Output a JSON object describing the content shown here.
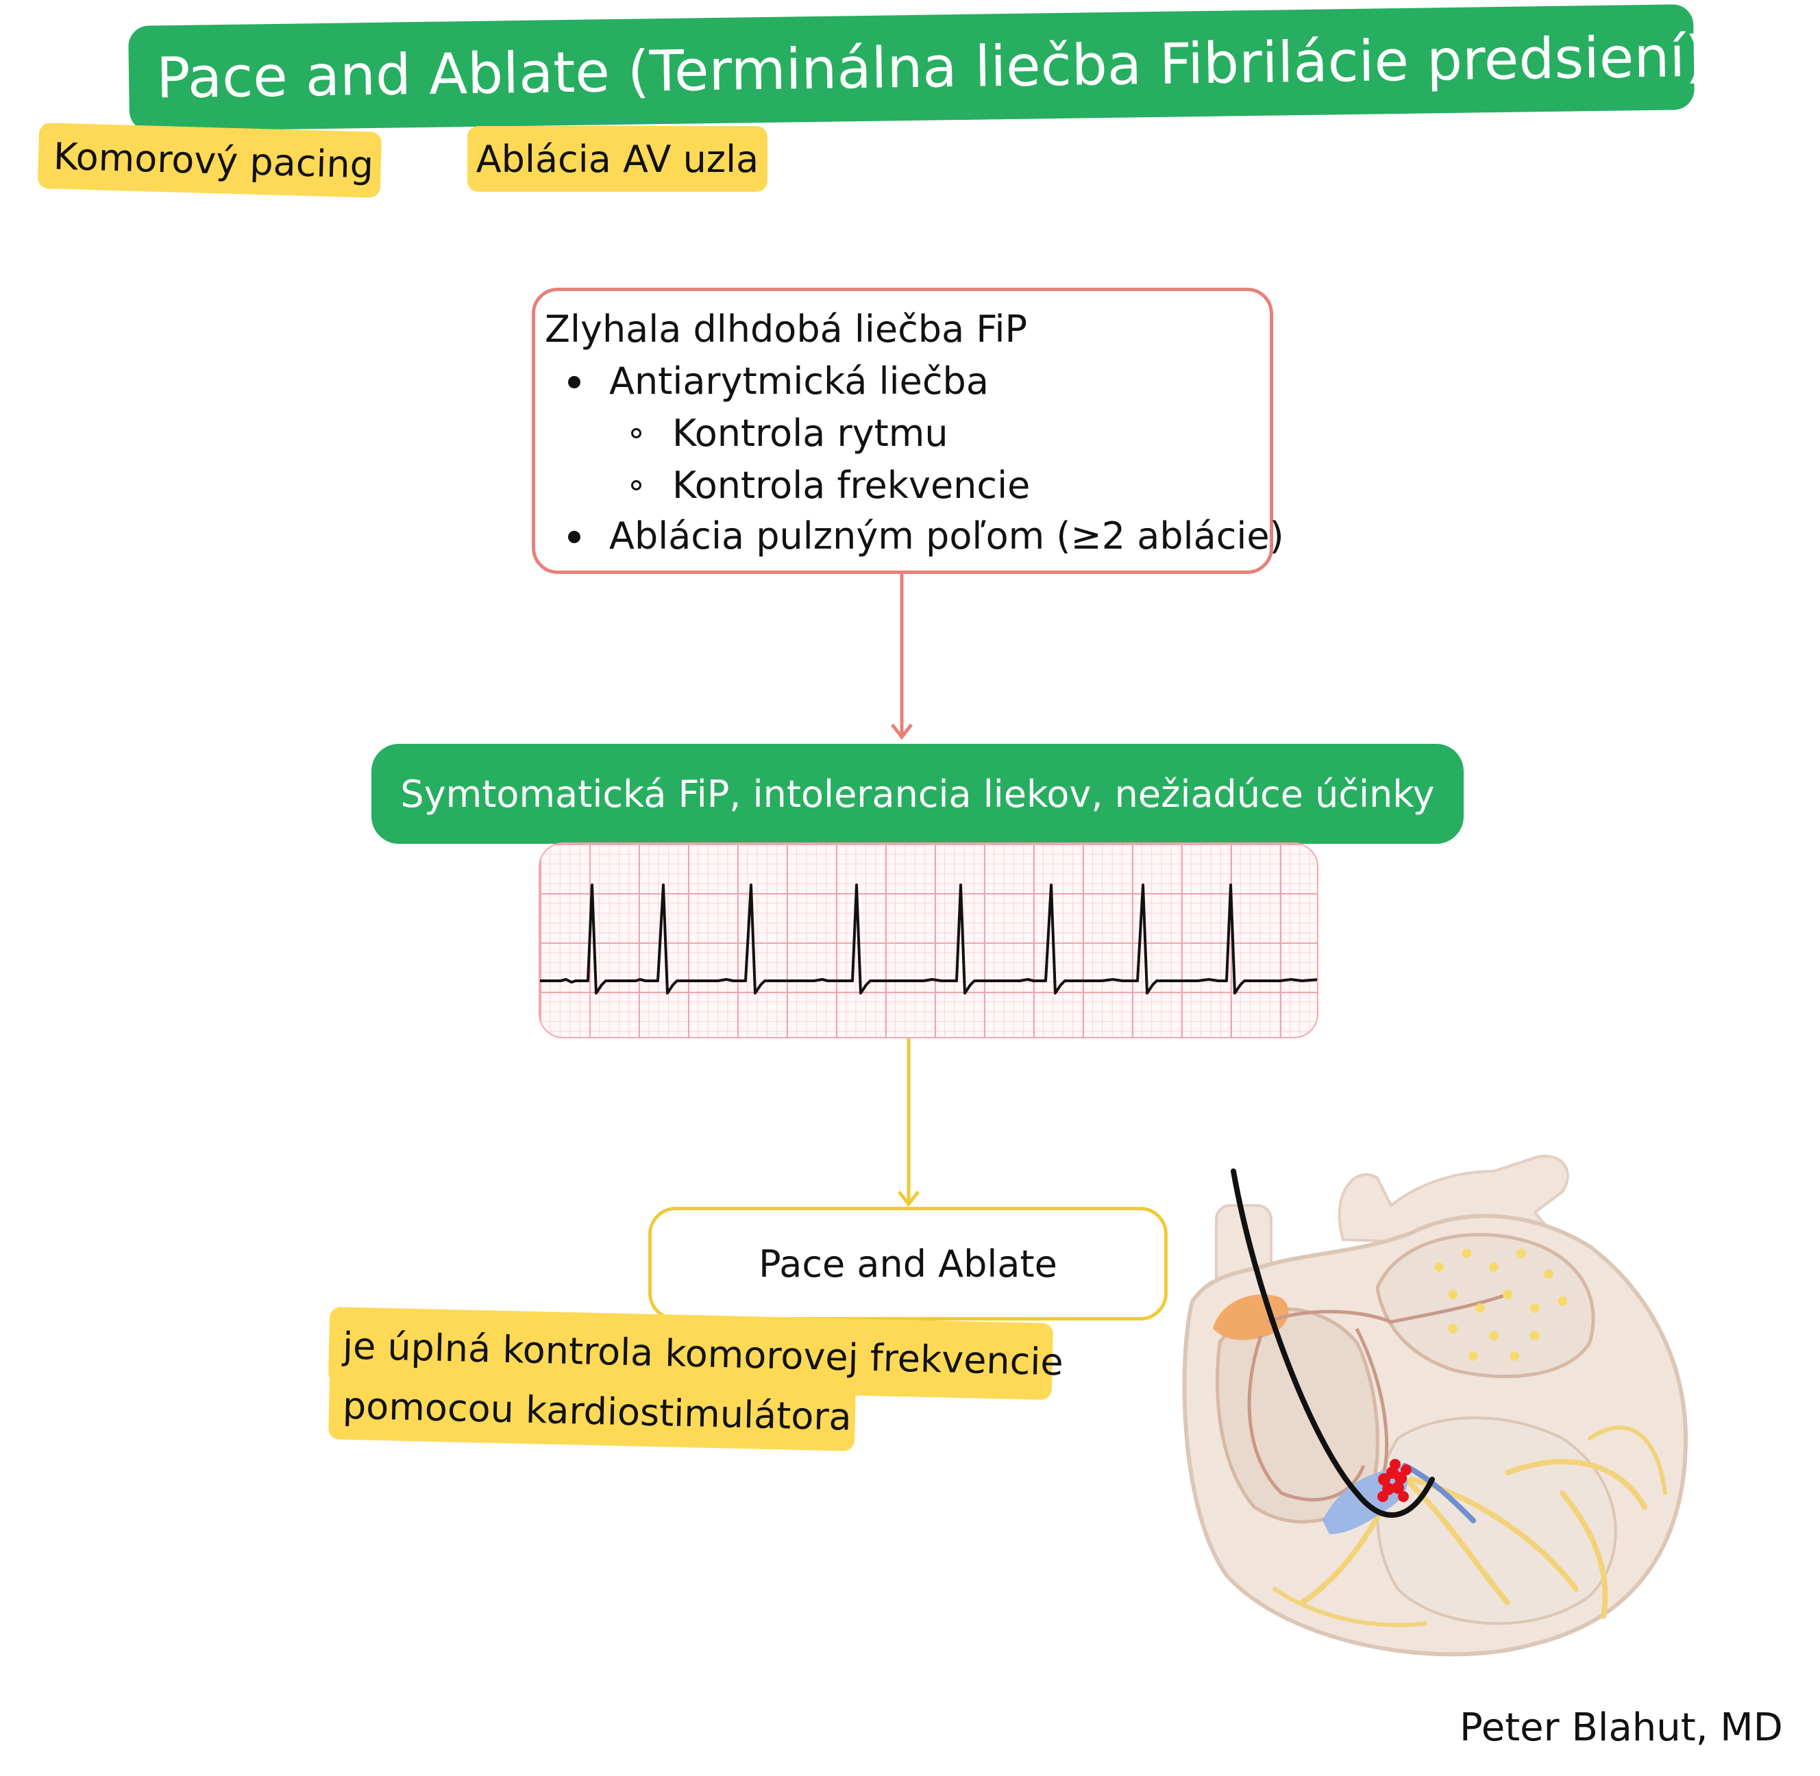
{
  "title": "Pace and Ablate (Terminálna liečba Fibrilácie predsiení)",
  "tags": {
    "pacing": "Komorový pacing",
    "ablation": "Ablácia AV uzla"
  },
  "failed_therapy": {
    "title": "Zlyhala dlhdobá liečba FiP",
    "items": [
      {
        "label": "Antiarytmická liečba",
        "subitems": [
          "Kontrola rytmu",
          "Kontrola frekvencie"
        ]
      },
      {
        "label": "Ablácia pulzným poľom (≥2 ablácie)"
      }
    ]
  },
  "symptom_label": "Symtomatická FiP, intolerancia liekov, nežiadúce účinky",
  "pace_and_ablate_label": "Pace and Ablate",
  "explanation": {
    "line1": "je úplná kontrola komorovej frekvencie",
    "line2": "pomocou kardiostimulátora"
  },
  "author": "Peter Blahut, MD",
  "colors": {
    "green": "#27ae60",
    "yellow": "#fdd956",
    "red_border": "#e8807a",
    "yellow_border": "#f0c93a"
  }
}
